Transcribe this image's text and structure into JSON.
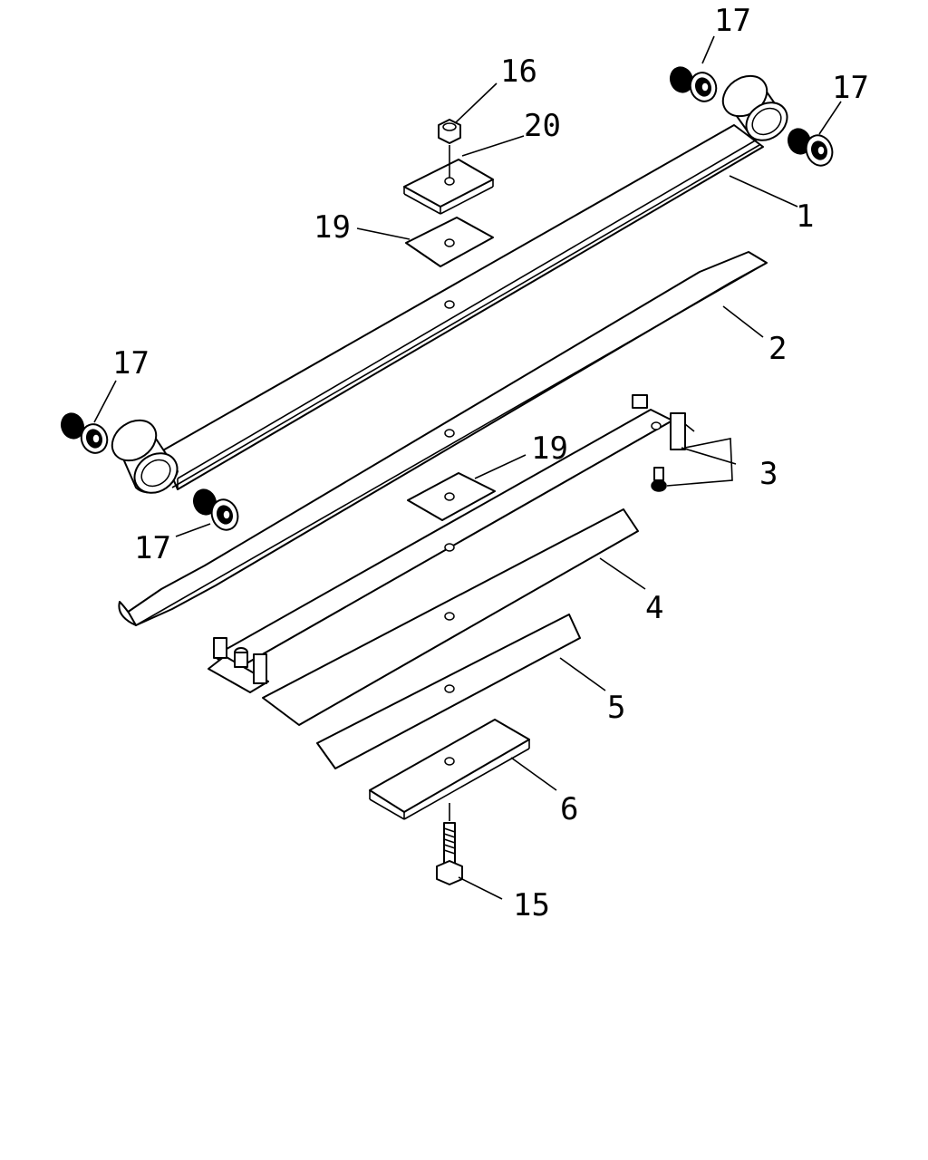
{
  "callouts": [
    {
      "id": "1",
      "label": "1"
    },
    {
      "id": "2",
      "label": "2"
    },
    {
      "id": "3",
      "label": "3"
    },
    {
      "id": "4",
      "label": "4"
    },
    {
      "id": "5",
      "label": "5"
    },
    {
      "id": "6",
      "label": "6"
    },
    {
      "id": "15",
      "label": "15"
    },
    {
      "id": "16",
      "label": "16"
    },
    {
      "id": "17a",
      "label": "17"
    },
    {
      "id": "17b",
      "label": "17"
    },
    {
      "id": "17c",
      "label": "17"
    },
    {
      "id": "17d",
      "label": "17"
    },
    {
      "id": "19a",
      "label": "19"
    },
    {
      "id": "19b",
      "label": "19"
    },
    {
      "id": "20",
      "label": "20"
    }
  ]
}
